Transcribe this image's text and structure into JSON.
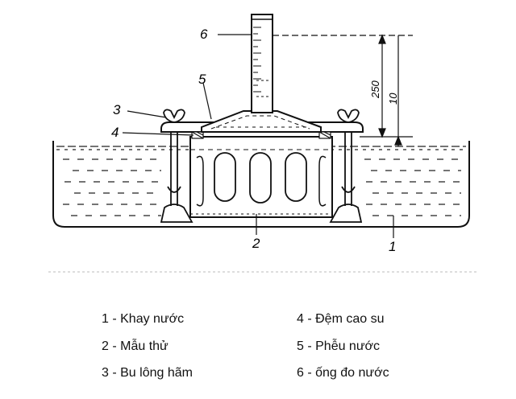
{
  "callouts": {
    "c1": "1",
    "c2": "2",
    "c3": "3",
    "c4": "4",
    "c5": "5",
    "c6": "6"
  },
  "dimensions": {
    "d250": "250",
    "d10": "10"
  },
  "legend": {
    "item1": "1 - Khay nước",
    "item2": "2 - Mẫu thử",
    "item3": "3 - Bu lông hãm",
    "item4": "4 - Đệm cao su",
    "item5": "5 - Phễu nước",
    "item6": "6 - ống đo nước"
  }
}
